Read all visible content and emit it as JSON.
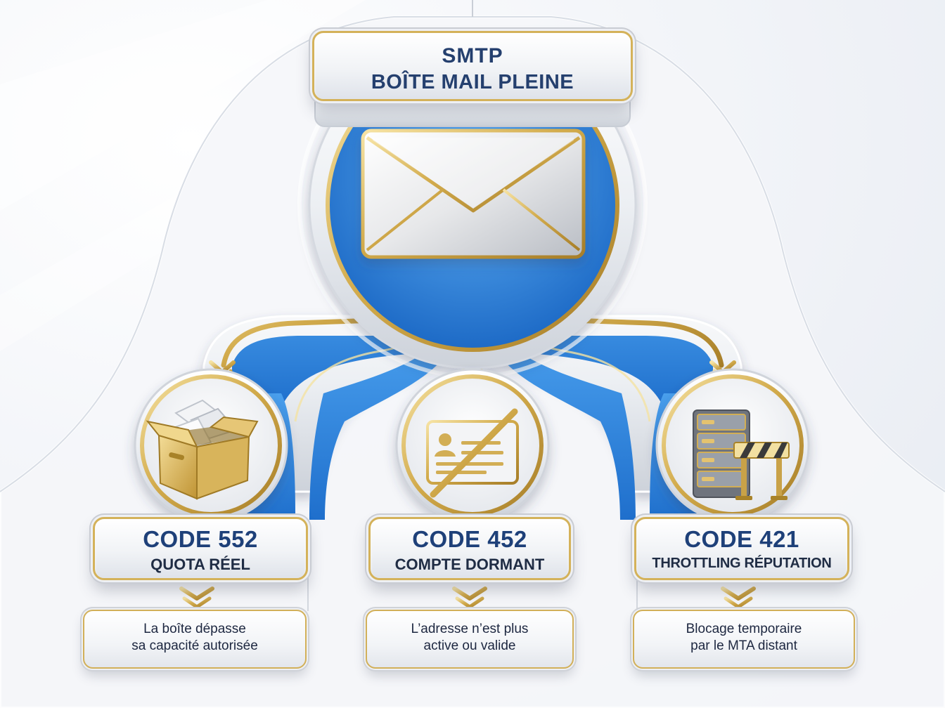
{
  "title": {
    "line1": "SMTP",
    "line2": "BOÎTE MAIL PLEINE"
  },
  "branches": [
    {
      "code": "CODE 552",
      "name": "QUOTA RÉEL",
      "description": [
        "La boîte dépasse",
        "sa capacité autorisée"
      ],
      "icon": "open-box-with-envelopes-icon"
    },
    {
      "code": "CODE 452",
      "name": "COMPTE DORMANT",
      "description": [
        "L’adresse n’est plus",
        "active ou valide"
      ],
      "icon": "crossed-out-id-card-icon"
    },
    {
      "code": "CODE 421",
      "name": "THROTTLING RÉPUTATION",
      "description": [
        "Blocage temporaire",
        "par le MTA distant"
      ],
      "icon": "server-with-barrier-icon"
    }
  ],
  "center_icon": "envelope-icon",
  "colors": {
    "gold": "#d4b25a",
    "blue": "#2f86dd",
    "navy_text": "#1e4079",
    "silver": "#e9ecf1"
  }
}
